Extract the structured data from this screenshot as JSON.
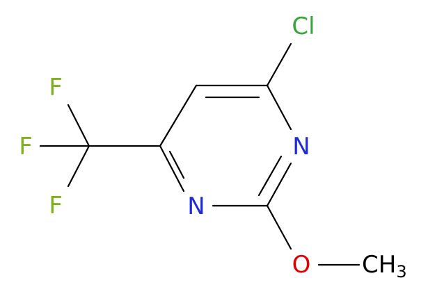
{
  "molecule": {
    "atoms": {
      "chlorine": {
        "label": "Cl",
        "color": "#3aa53a"
      },
      "nitrogen_right": {
        "label": "N",
        "color": "#1f2bd6"
      },
      "nitrogen_bottom": {
        "label": "N",
        "color": "#1f2bd6"
      },
      "oxygen": {
        "label": "O",
        "color": "#e00000"
      },
      "fluorine_top": {
        "label": "F",
        "color": "#7fb020"
      },
      "fluorine_left": {
        "label": "F",
        "color": "#7fb020"
      },
      "fluorine_bottom": {
        "label": "F",
        "color": "#7fb020"
      },
      "methyl": {
        "label": "CH",
        "subscript": "3",
        "color": "#000000"
      }
    }
  }
}
